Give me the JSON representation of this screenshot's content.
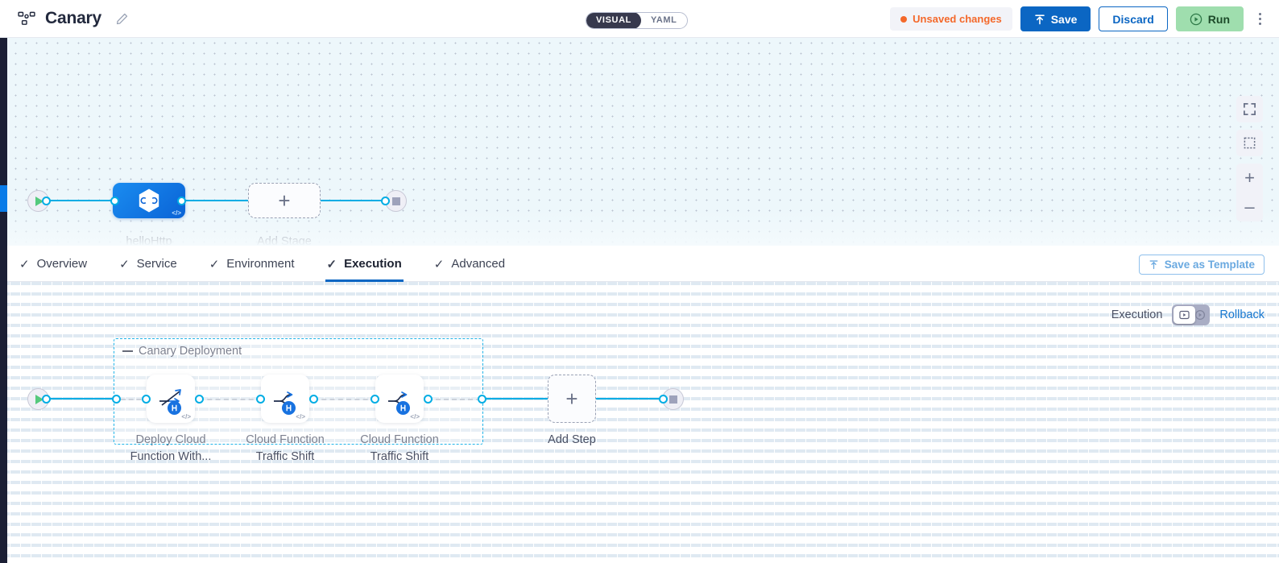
{
  "header": {
    "pipeline_icon": "pipeline-nodes-icon",
    "title": "Canary",
    "edit_icon": "pencil-icon",
    "view_toggle": {
      "visual": "VISUAL",
      "yaml": "YAML",
      "selected": "VISUAL"
    },
    "unsaved_label": "Unsaved changes",
    "save_label": "Save",
    "discard_label": "Discard",
    "run_label": "Run",
    "more_icon": "kebab-menu-icon",
    "accent_blue": "#0b66c3",
    "warn_orange": "#f4682a",
    "run_green": "#9fdeae"
  },
  "top_canvas": {
    "start_node": "start-node",
    "end_node": "end-node",
    "stage": {
      "label": "helloHttp",
      "icon": "harness-hexagon-icon",
      "code_badge": "</>"
    },
    "add_stage": {
      "label": "Add Stage",
      "glyph": "+"
    },
    "controls": {
      "fullscreen_icon": "fullscreen-icon",
      "fit_icon": "fit-to-screen-icon",
      "zoom_in": "+",
      "zoom_out": "–"
    }
  },
  "tabbar": {
    "tabs": [
      {
        "label": "Overview",
        "checked": true,
        "active": false
      },
      {
        "label": "Service",
        "checked": true,
        "active": false
      },
      {
        "label": "Environment",
        "checked": true,
        "active": false
      },
      {
        "label": "Execution",
        "checked": true,
        "active": true
      },
      {
        "label": "Advanced",
        "checked": true,
        "active": false
      }
    ],
    "check_glyph": "✓",
    "save_template_label": "Save as Template",
    "save_template_icon": "template-upload-icon"
  },
  "bottom_canvas": {
    "exec_label": "Execution",
    "rollback_label": "Rollback",
    "toggle_on_icon": "execution-icon",
    "toggle_off_icon": "rollback-icon",
    "group": {
      "title": "Canary Deployment",
      "collapse_icon": "collapse-dash-icon",
      "steps": [
        {
          "label_line1": "Deploy Cloud",
          "label_line2": "Function With...",
          "icon": "deploy-cloud-function-icon",
          "badge": "harness-badge-icon",
          "code_badge": "</>"
        },
        {
          "label_line1": "Cloud Function",
          "label_line2": "Traffic Shift",
          "icon": "traffic-shift-icon",
          "badge": "harness-badge-icon",
          "code_badge": "</>"
        },
        {
          "label_line1": "Cloud Function",
          "label_line2": "Traffic Shift",
          "icon": "traffic-shift-icon",
          "badge": "harness-badge-icon",
          "code_badge": "</>"
        }
      ]
    },
    "add_step": {
      "label": "Add Step",
      "glyph": "+"
    },
    "start_node": "start-node",
    "end_node": "end-node"
  }
}
